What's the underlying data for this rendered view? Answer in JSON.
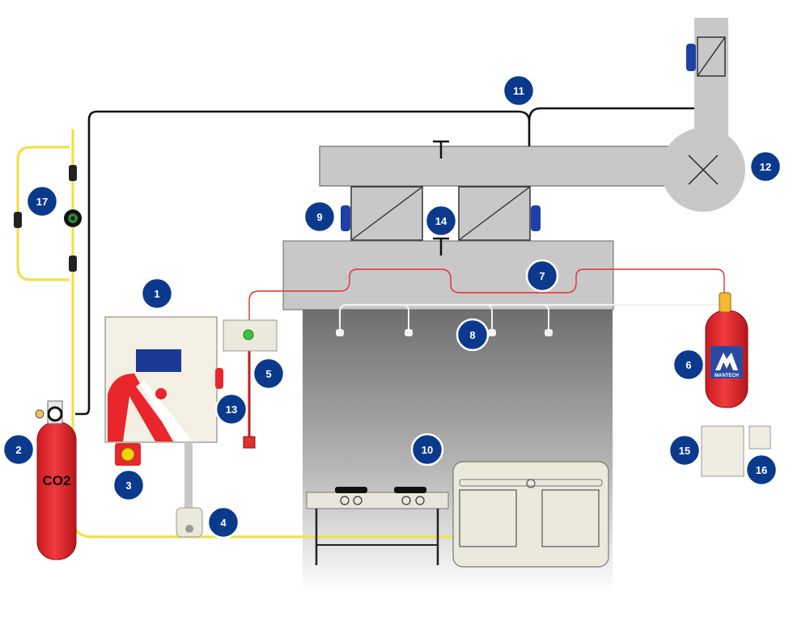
{
  "colors": {
    "callout": "#0b3a8c",
    "duct": "#c8c8c8",
    "cylinder": "#e8262c",
    "gas_line": "#f2e04a",
    "detector_line": "#e03030",
    "actuator_line": "#111111"
  },
  "cylinder_co2": {
    "label": "CO2"
  },
  "agent_cylinder": {
    "brand_label": "MANTECH",
    "icon": "mantech-logo-icon"
  },
  "callouts": [
    "1",
    "2",
    "3",
    "4",
    "5",
    "6",
    "7",
    "8",
    "9",
    "10",
    "11",
    "12",
    "13",
    "14",
    "15",
    "16",
    "17"
  ]
}
